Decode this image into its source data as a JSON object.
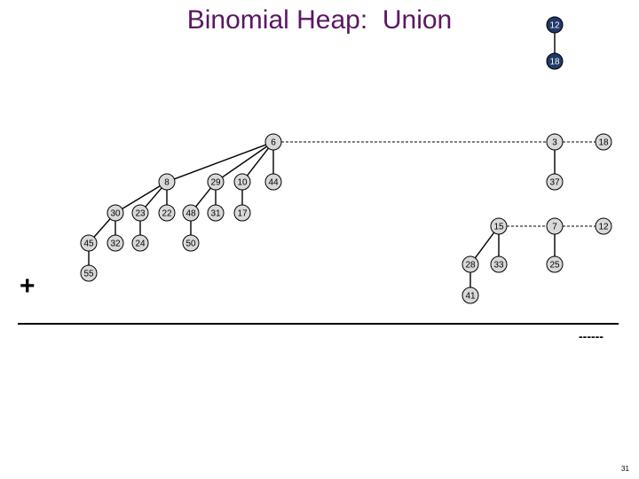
{
  "title": "Binomial Heap:  Union",
  "operator": "+",
  "carry_mark": "------",
  "page_number": "31",
  "colors": {
    "title": "#5b1663",
    "node_fill": "#d9d9d9",
    "carry_node_fill": "#1f3a68",
    "carry_node_text": "#ffffff",
    "edge": "#000000"
  },
  "carry_tree": {
    "nodes": [
      {
        "id": "c12",
        "key": "12"
      },
      {
        "id": "c18",
        "key": "18"
      }
    ],
    "edges": [
      [
        "c12",
        "c18"
      ]
    ]
  },
  "heap_1": {
    "nodes": [
      {
        "id": "n6",
        "key": "6"
      },
      {
        "id": "n8",
        "key": "8"
      },
      {
        "id": "n29",
        "key": "29"
      },
      {
        "id": "n10",
        "key": "10"
      },
      {
        "id": "n44",
        "key": "44"
      },
      {
        "id": "n30",
        "key": "30"
      },
      {
        "id": "n23",
        "key": "23"
      },
      {
        "id": "n22",
        "key": "22"
      },
      {
        "id": "n48",
        "key": "48"
      },
      {
        "id": "n31",
        "key": "31"
      },
      {
        "id": "n17",
        "key": "17"
      },
      {
        "id": "n45",
        "key": "45"
      },
      {
        "id": "n32",
        "key": "32"
      },
      {
        "id": "n24",
        "key": "24"
      },
      {
        "id": "n50",
        "key": "50"
      },
      {
        "id": "n55",
        "key": "55"
      }
    ],
    "edges": [
      [
        "n6",
        "n8"
      ],
      [
        "n6",
        "n29"
      ],
      [
        "n6",
        "n10"
      ],
      [
        "n6",
        "n44"
      ],
      [
        "n8",
        "n30"
      ],
      [
        "n8",
        "n23"
      ],
      [
        "n8",
        "n22"
      ],
      [
        "n29",
        "n48"
      ],
      [
        "n29",
        "n31"
      ],
      [
        "n10",
        "n17"
      ],
      [
        "n30",
        "n45"
      ],
      [
        "n30",
        "n32"
      ],
      [
        "n23",
        "n24"
      ],
      [
        "n48",
        "n50"
      ],
      [
        "n45",
        "n55"
      ]
    ]
  },
  "heap_2": {
    "nodes": [
      {
        "id": "m3",
        "key": "3"
      },
      {
        "id": "m18",
        "key": "18"
      },
      {
        "id": "m37",
        "key": "37"
      },
      {
        "id": "m15",
        "key": "15"
      },
      {
        "id": "m7",
        "key": "7"
      },
      {
        "id": "m12",
        "key": "12"
      },
      {
        "id": "m28",
        "key": "28"
      },
      {
        "id": "m33",
        "key": "33"
      },
      {
        "id": "m25",
        "key": "25"
      },
      {
        "id": "m41",
        "key": "41"
      }
    ],
    "edges": [
      [
        "m3",
        "m37"
      ],
      [
        "m15",
        "m28"
      ],
      [
        "m15",
        "m33"
      ],
      [
        "m7",
        "m25"
      ],
      [
        "m28",
        "m41"
      ]
    ],
    "root_links": [
      [
        "m3",
        "m18"
      ],
      [
        "m15",
        "m7"
      ],
      [
        "m7",
        "m12"
      ]
    ]
  },
  "heap_links": [
    [
      "n6",
      "m3"
    ]
  ]
}
